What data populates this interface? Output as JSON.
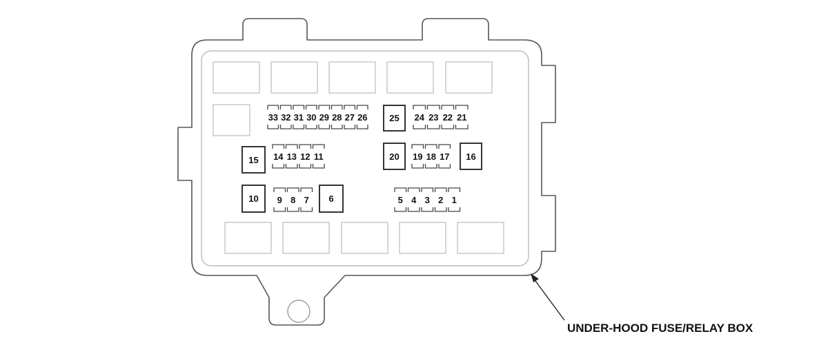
{
  "caption": "UNDER-HOOD FUSE/RELAY BOX",
  "fuse_groups": {
    "row1_left": [
      "33",
      "32",
      "31",
      "30",
      "29",
      "28",
      "27",
      "26"
    ],
    "row1_big": "25",
    "row1_right": [
      "24",
      "23",
      "22",
      "21"
    ],
    "row2_big_left": "15",
    "row2_left": [
      "14",
      "13",
      "12",
      "11"
    ],
    "row2_big_mid": "20",
    "row2_right": [
      "19",
      "18",
      "17"
    ],
    "row2_big_right": "16",
    "row3_big_left": "10",
    "row3_left": [
      "9",
      "8",
      "7"
    ],
    "row3_big_mid": "6",
    "row3_right": [
      "5",
      "4",
      "3",
      "2",
      "1"
    ]
  }
}
